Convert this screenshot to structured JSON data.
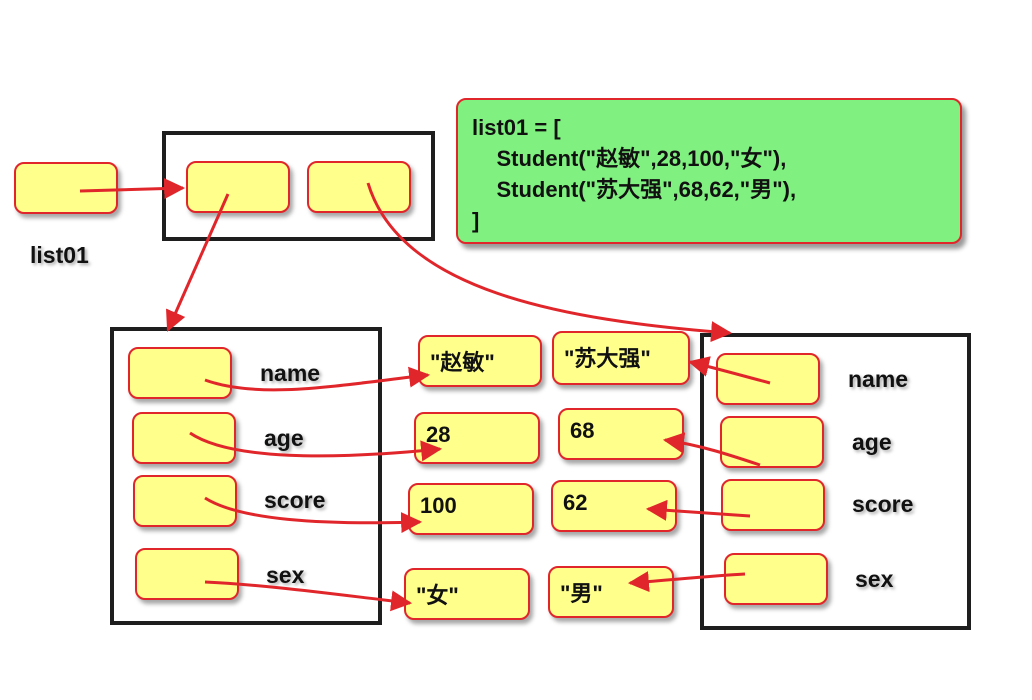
{
  "variable_label": "list01",
  "code_lines": [
    "list01 = [",
    "    Student(\"赵敏\",28,100,\"女\"),",
    "    Student(\"苏大强\",68,62,\"男\"),",
    "]"
  ],
  "field_names": [
    "name",
    "age",
    "score",
    "sex"
  ],
  "student1_values": [
    "\"赵敏\"",
    "28",
    "100",
    "\"女\""
  ],
  "student2_values": [
    "\"苏大强\"",
    "68",
    "62",
    "\"男\""
  ],
  "colors": {
    "cell_fill": "#ffff8c",
    "cell_border": "#e0262b",
    "code_fill": "#80f080",
    "arrow": "#e0262b"
  }
}
